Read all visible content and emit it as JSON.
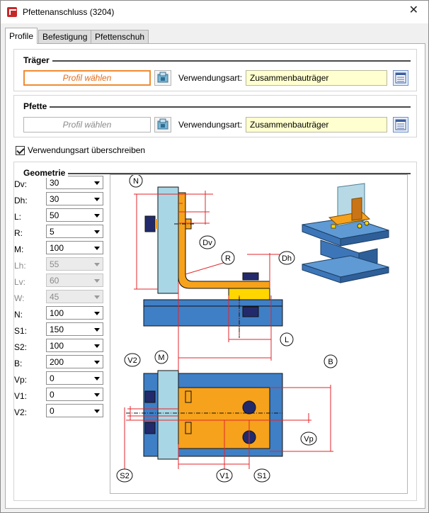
{
  "window": {
    "title": "Pfettenanschluss (3204)",
    "close_glyph": "✕"
  },
  "tabs": [
    {
      "label": "Profile",
      "active": true
    },
    {
      "label": "Befestigung",
      "active": false
    },
    {
      "label": "Pfettenschuh",
      "active": false
    }
  ],
  "traeger": {
    "title": "Träger",
    "profil_label": "Profil wählen",
    "verwendungsart_label": "Verwendungsart:",
    "verwendungsart_value": "Zusammenbauträger"
  },
  "pfette": {
    "title": "Pfette",
    "profil_label": "Profil wählen",
    "verwendungsart_label": "Verwendungsart:",
    "verwendungsart_value": "Zusammenbauträger"
  },
  "override": {
    "label": "Verwendungsart überschreiben",
    "checked": true
  },
  "geometrie": {
    "title": "Geometrie",
    "params": [
      {
        "label": "Dv:",
        "value": "30",
        "enabled": true
      },
      {
        "label": "Dh:",
        "value": "30",
        "enabled": true
      },
      {
        "label": "L:",
        "value": "50",
        "enabled": true
      },
      {
        "label": "R:",
        "value": "5",
        "enabled": true
      },
      {
        "label": "M:",
        "value": "100",
        "enabled": true
      },
      {
        "label": "Lh:",
        "value": "55",
        "enabled": false
      },
      {
        "label": "Lv:",
        "value": "60",
        "enabled": false
      },
      {
        "label": "W:",
        "value": "45",
        "enabled": false
      },
      {
        "label": "N:",
        "value": "100",
        "enabled": true
      },
      {
        "label": "S1:",
        "value": "150",
        "enabled": true
      },
      {
        "label": "S2:",
        "value": "100",
        "enabled": true
      },
      {
        "label": "B:",
        "value": "200",
        "enabled": true
      },
      {
        "label": "Vp:",
        "value": "0",
        "enabled": true
      },
      {
        "label": "V1:",
        "value": "0",
        "enabled": true
      },
      {
        "label": "V2:",
        "value": "0",
        "enabled": true
      }
    ]
  },
  "drawing_labels": {
    "N": "N",
    "Dv": "Dv",
    "R": "R",
    "Dh": "Dh",
    "L": "L",
    "M": "M",
    "B": "B",
    "V2": "V2",
    "Vp": "Vp",
    "S2": "S2",
    "V1": "V1",
    "S1": "S1"
  },
  "colors": {
    "accent_orange": "#f08c32",
    "field_yellow": "#ffffcf",
    "dimension_red": "#e3262b",
    "steel_blue": "#3f7fc6",
    "plate_lightblue": "#a9d6e5",
    "angle_orange": "#f6a21c",
    "shoe_yellow": "#ffd600",
    "bolt_navy": "#232a6b"
  }
}
